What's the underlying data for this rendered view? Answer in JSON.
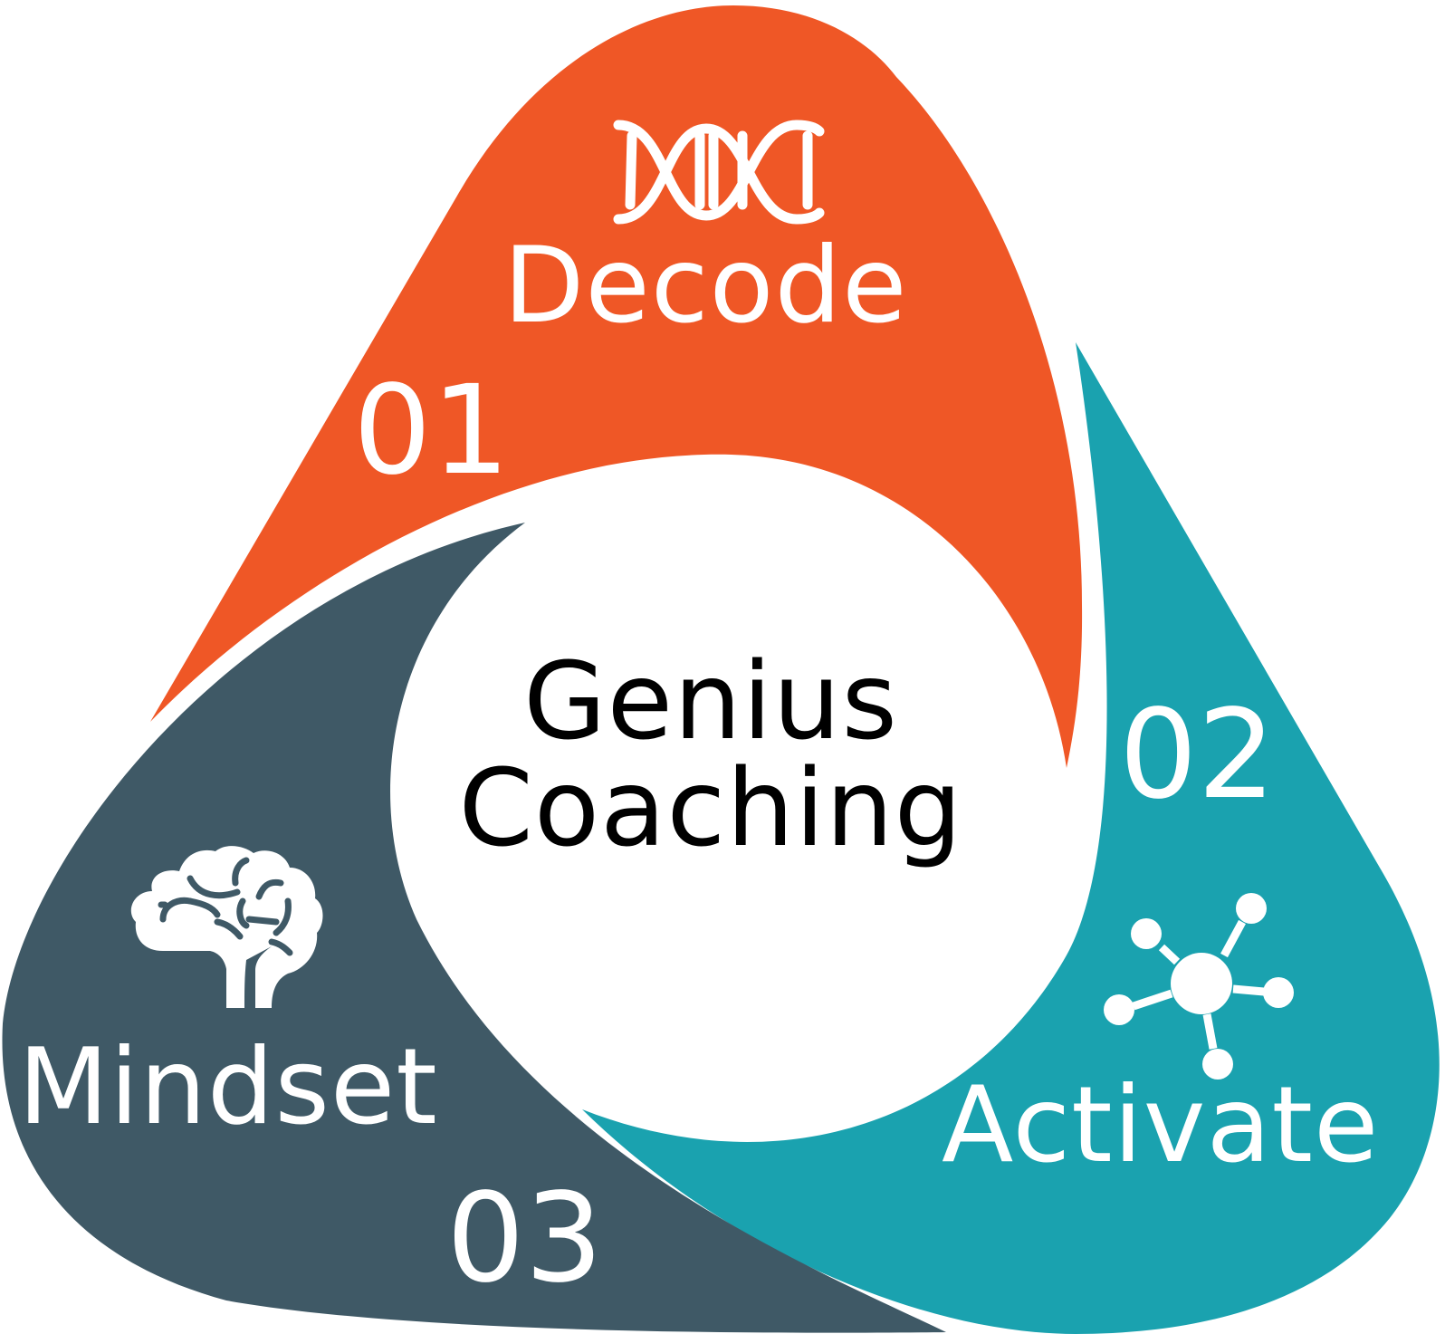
{
  "colors": {
    "decode": "#EF5726",
    "activate": "#1AA2AF",
    "mindset": "#3F5966",
    "center_text": "#000000",
    "label_text": "#FFFFFF"
  },
  "center": {
    "line1": "Genius",
    "line2": "Coaching"
  },
  "steps": [
    {
      "number": "01",
      "title": "Decode",
      "icon": "dna-icon",
      "color": "#EF5726"
    },
    {
      "number": "02",
      "title": "Activate",
      "icon": "molecule-network-icon",
      "color": "#1AA2AF"
    },
    {
      "number": "03",
      "title": "Mindset",
      "icon": "brain-head-icon",
      "color": "#3F5966"
    }
  ]
}
